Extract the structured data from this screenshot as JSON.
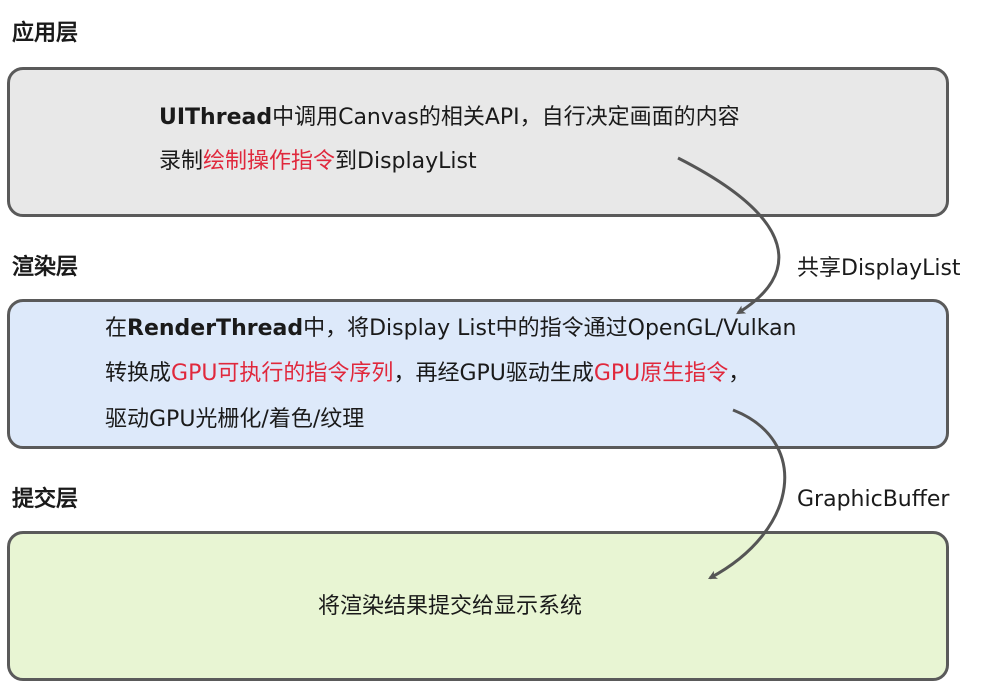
{
  "colors": {
    "app_fill": "#e8e8e8",
    "render_fill": "#dde9fa",
    "submit_fill": "#e8f5d3",
    "border": "#5a5a5a",
    "highlight": "#e0283c",
    "arrow": "#555555"
  },
  "layers": {
    "app": {
      "title": "应用层",
      "line1": {
        "bold": "UIThread",
        "text": "中调用Canvas的相关API，自行决定画面的内容"
      },
      "line2": {
        "pre": "录制",
        "red": "绘制操作指令",
        "post": "到DisplayList"
      }
    },
    "render": {
      "title": "渲染层",
      "line1": {
        "pre": "在",
        "bold": "RenderThread",
        "post": "中，将Display List中的指令通过OpenGL/Vulkan"
      },
      "line2": {
        "pre": "转换成",
        "red1": "GPU可执行的指令序列",
        "mid": "，再经GPU驱动生成",
        "red2": "GPU原生指令",
        "post": "，"
      },
      "line3": "驱动GPU光栅化/着色/纹理"
    },
    "submit": {
      "title": "提交层",
      "text": "将渲染结果提交给显示系统"
    }
  },
  "edges": {
    "app_to_render": "共享DisplayList",
    "render_to_submit": "GraphicBuffer"
  }
}
